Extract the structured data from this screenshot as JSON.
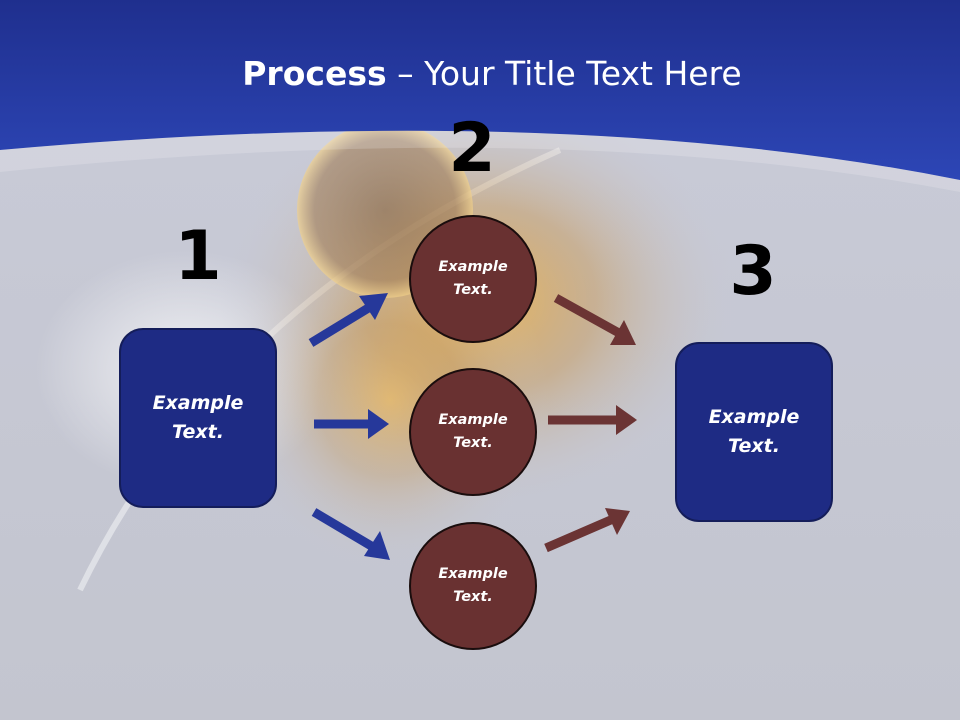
{
  "title": {
    "bold": "Process",
    "rest": " – Your Title Text Here"
  },
  "steps": {
    "one": {
      "number": "1",
      "box_line1": "Example",
      "box_line2": "Text."
    },
    "two": {
      "number": "2",
      "circles": [
        {
          "line1": "Example",
          "line2": "Text."
        },
        {
          "line1": "Example",
          "line2": "Text."
        },
        {
          "line1": "Example",
          "line2": "Text."
        }
      ]
    },
    "three": {
      "number": "3",
      "box_line1": "Example",
      "box_line2": "Text."
    }
  },
  "colors": {
    "header_blue": "#2a3faa",
    "box_blue": "#1e2b84",
    "circle_brown": "#693131",
    "arrow_blue": "#26389a",
    "arrow_brown": "#6b3434",
    "background_gray": "#c6c8d3"
  }
}
